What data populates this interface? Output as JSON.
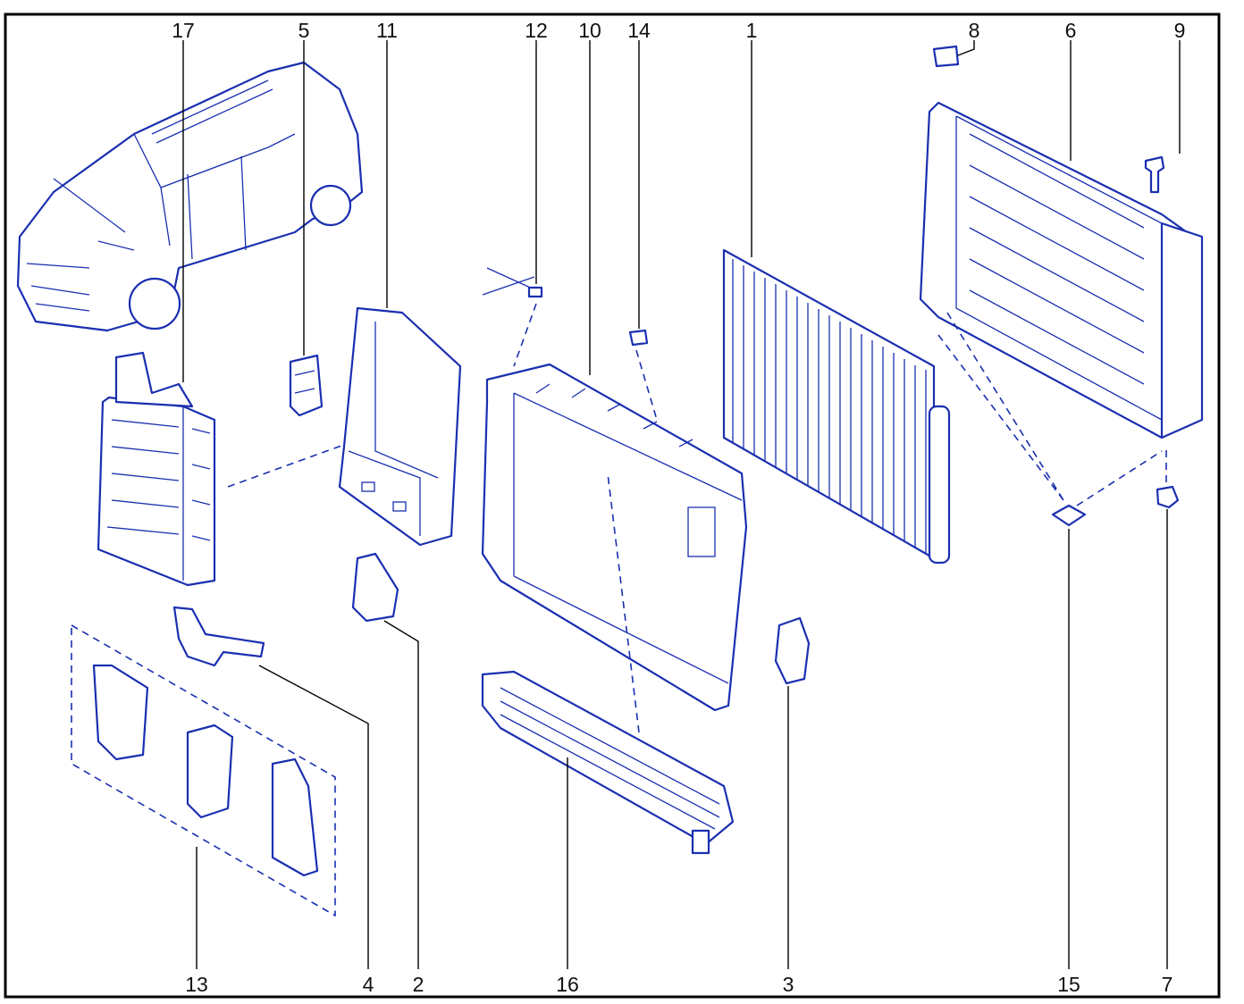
{
  "callouts": {
    "c17": "17",
    "c5": "5",
    "c11": "11",
    "c12": "12",
    "c10": "10",
    "c14": "14",
    "c1": "1",
    "c8": "8",
    "c6": "6",
    "c9": "9",
    "c13": "13",
    "c4": "4",
    "c2": "2",
    "c16": "16",
    "c3": "3",
    "c15": "15",
    "c7": "7"
  },
  "colors": {
    "line": "#1a2fb0",
    "text": "#111111",
    "frame": "#000000"
  },
  "icons": {
    "vehicle": "car-icon",
    "condenser": "condenser-icon",
    "radiator": "radiator-icon",
    "cooling_module": "charge-air-cooler-icon",
    "fan_shroud": "fan-shroud-icon",
    "deflector": "air-deflector-icon",
    "intercooler": "intercooler-icon"
  }
}
